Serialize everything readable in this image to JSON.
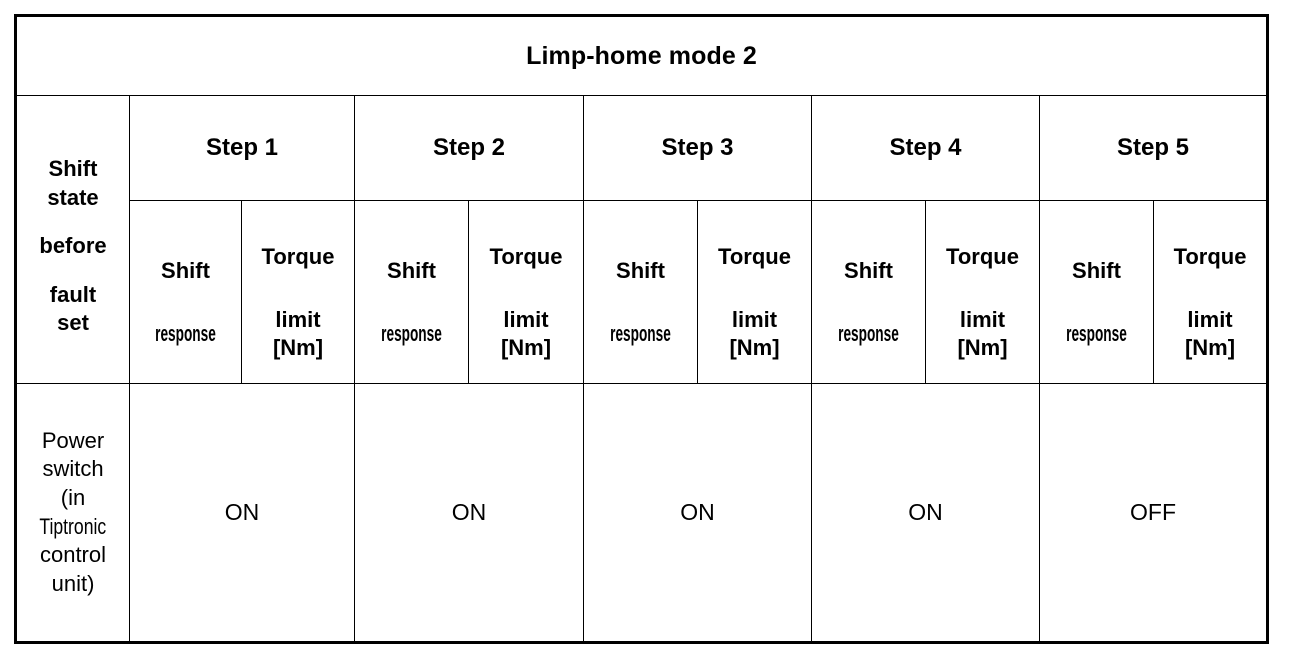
{
  "table": {
    "title": "Limp-home mode 2",
    "stub_header": {
      "line1": "Shift",
      "line2": "state",
      "line3": "before",
      "line4": "fault",
      "line5": "set"
    },
    "sub_header_labels": {
      "shift_top": "Shift",
      "shift_bottom": "response",
      "torque_top": "Torque",
      "torque_middle": "limit",
      "torque_unit": "[Nm]"
    },
    "steps": [
      {
        "label": "Step 1"
      },
      {
        "label": "Step 2"
      },
      {
        "label": "Step 3"
      },
      {
        "label": "Step 4"
      },
      {
        "label": "Step 5"
      }
    ],
    "rows": [
      {
        "label_lines": [
          "Power",
          "switch",
          "(in",
          "Tiptronic",
          "control",
          "unit)"
        ],
        "values": [
          "ON",
          "ON",
          "ON",
          "ON",
          "OFF"
        ]
      }
    ],
    "colors": {
      "border": "#000000",
      "background": "#ffffff",
      "text": "#000000"
    }
  }
}
